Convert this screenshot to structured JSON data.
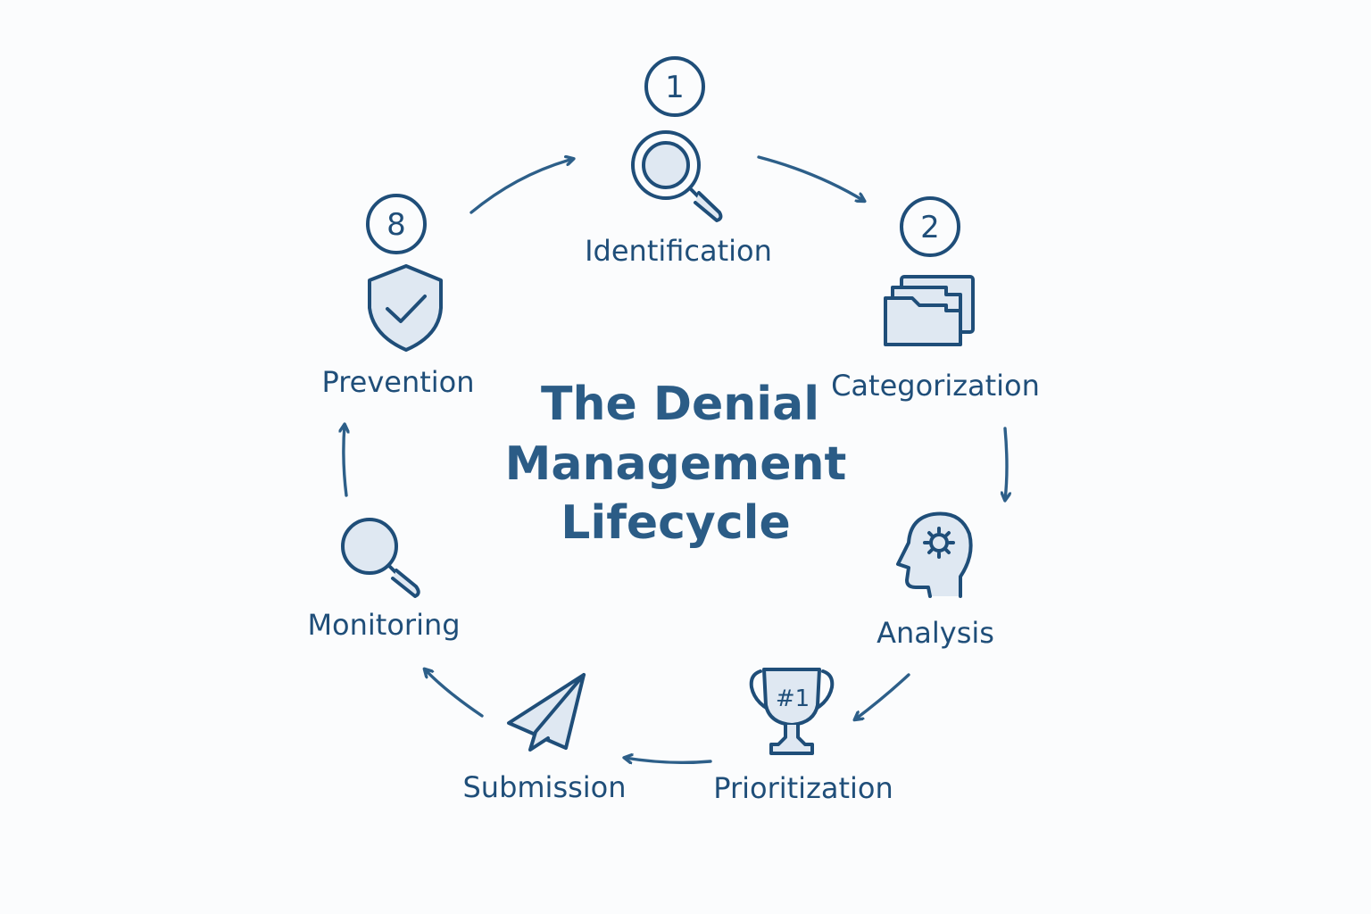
{
  "diagram": {
    "title_lines": [
      "The Denial",
      "Management",
      "Lifecycle"
    ],
    "stages": [
      {
        "label": "Identification",
        "badge": "1",
        "icon": "magnifier-icon"
      },
      {
        "label": "Categorization",
        "badge": "2",
        "icon": "folders-icon"
      },
      {
        "label": "Analysis",
        "badge": "",
        "icon": "head-gear-icon"
      },
      {
        "label": "Prioritization",
        "badge": "",
        "icon": "trophy-icon",
        "icon_text": "#1"
      },
      {
        "label": "Submission",
        "badge": "",
        "icon": "paper-plane-icon"
      },
      {
        "label": "Monitoring",
        "badge": "",
        "icon": "magnifier-icon"
      },
      {
        "label": "Prevention",
        "badge": "8",
        "icon": "shield-check-icon"
      }
    ],
    "colors": {
      "primary": "#1f4e79",
      "icon_fill": "#dfe8f2",
      "background": "#fbfcfd"
    }
  }
}
